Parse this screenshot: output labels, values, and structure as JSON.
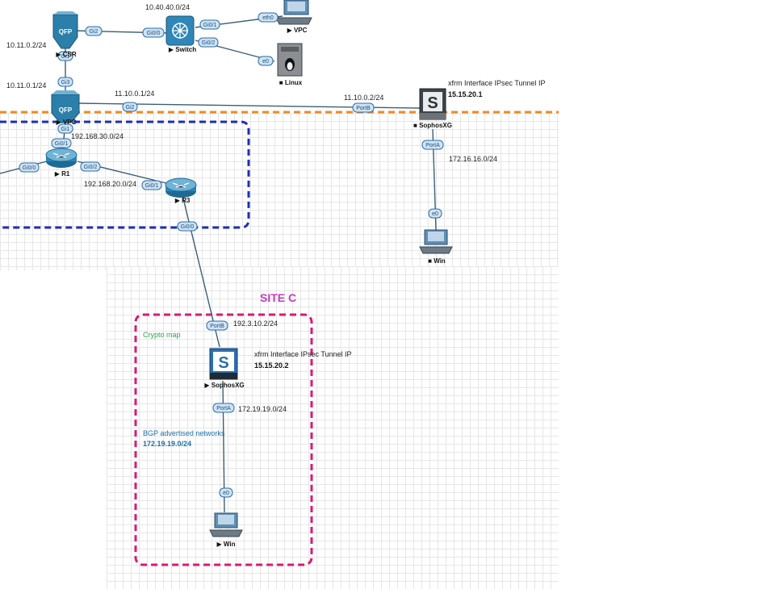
{
  "site_label": "SITE C",
  "subnets": {
    "s1": "10.40.40.0/24",
    "s2": "10.11.0.2/24",
    "s3": "10.11.0.1/24",
    "s4": "11.10.0.1/24",
    "s5": "11.10.0.2/24",
    "s6": "192.168.30.0/24",
    "s7": "192.168.20.0/24",
    "s8": "172.16.16.0/24",
    "s9": "192.3.10.2/24",
    "s10": "172.19.19.0/24"
  },
  "xfrm_top": {
    "title": "xfrm Interface IPsec Tunnel IP",
    "ip": "15.15.20.1"
  },
  "xfrm_bottom": {
    "title": "xfrm Interface IPsec Tunnel IP",
    "ip": "15.15.20.2"
  },
  "crypto_map": "Crypto map",
  "bgp": {
    "title": "BGP advertised networks",
    "network": "172.19.19.0/24"
  },
  "devices": {
    "csr": "▶ CSR",
    "switch": "▶ Switch",
    "vpc_top": "▶ VPC",
    "linux": "■ Linux",
    "vpc_mid": "▶ VPC",
    "r1": "▶ R1",
    "r3": "▶ R3",
    "sophos_top": "■ SophosXG",
    "win_top": "■ Win",
    "sophos_bottom": "▶ SophosXG",
    "win_bottom": "▶ Win"
  },
  "ports": {
    "csr_gi2": "Gi2",
    "sw_gi00": "Gi0/0",
    "sw_gi01": "Gi0/1",
    "vpc_eth0": "eth0",
    "sw_gi02": "Gi0/2",
    "linux_e0": "e0",
    "csr_gi1": "Gi1",
    "vpc_gi3": "Gi3",
    "vpc_gi2": "Gi2",
    "xg_portb": "PortB",
    "vpc_gi1": "Gi1",
    "r1_gi01": "Gi0/1",
    "r1_gi00": "Gi0/0",
    "r1_gi02": "Gi0/2",
    "r3_gi01": "Gi0/1",
    "r3_gi00": "Gi0/0",
    "xg_porta": "PortA",
    "win_e0": "e0",
    "xgb_portb": "PortB",
    "xgb_porta": "PortA",
    "winb_e0": "e0"
  },
  "colors": {
    "site_a_boundary": "#f08a24",
    "site_b_boundary": "#1f2db5",
    "site_c_boundary": "#d81b73",
    "site_label": "#c43bbf",
    "crypto_text": "#2aa84a",
    "bgp_text": "#1f6fa0"
  }
}
